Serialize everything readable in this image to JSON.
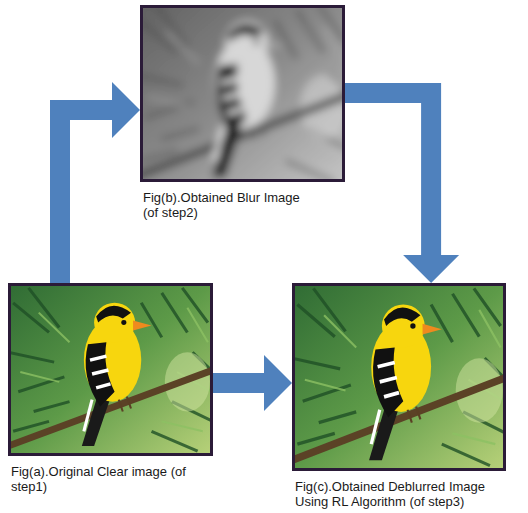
{
  "diagram": {
    "nodes": [
      {
        "text": [
          "Fig(b).Obtained Blur Image (of step2)"
        ]
      },
      {
        "text": [
          "Fig(a).Original Clear image (of step1)"
        ]
      },
      {
        "text": [
          "Fig(c).Obtained Deblurred Image Using RL Algorithm (of step3)"
        ]
      }
    ],
    "edges": [
      {
        "from": 1,
        "to": 0,
        "arrow": "to"
      },
      {
        "from": 0,
        "to": 2,
        "arrow": "to"
      },
      {
        "from": 1,
        "to": 2,
        "arrow": "to"
      }
    ]
  }
}
